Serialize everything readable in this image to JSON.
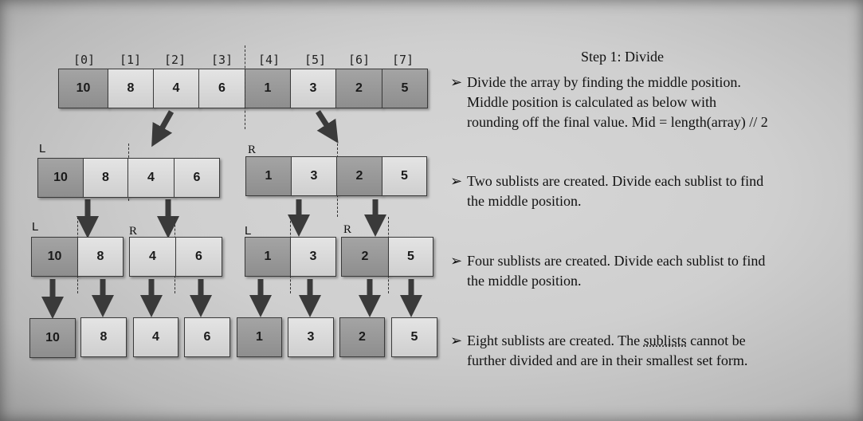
{
  "indices": [
    "[0]",
    "[1]",
    "[2]",
    "[3]",
    "[4]",
    "[5]",
    "[6]",
    "[7]"
  ],
  "array": [
    "10",
    "8",
    "4",
    "6",
    "1",
    "3",
    "2",
    "5"
  ],
  "level1": {
    "left_tag": "L",
    "right_tag": "R",
    "left": [
      "10",
      "8",
      "4",
      "6"
    ],
    "right": [
      "1",
      "3",
      "2",
      "5"
    ]
  },
  "level2": {
    "tag_a": "L",
    "tag_b": "R",
    "tag_c": "L",
    "tag_d": "R",
    "a": [
      "10",
      "8"
    ],
    "b": [
      "4",
      "6"
    ],
    "c": [
      "1",
      "3"
    ],
    "d": [
      "2",
      "5"
    ]
  },
  "level3": [
    "10",
    "8",
    "4",
    "6",
    "1",
    "3",
    "2",
    "5"
  ],
  "step_title": "Step 1: Divide",
  "bullet_marker": "➢",
  "bullets": [
    [
      "Divide the array by finding the middle position.",
      "Middle position is calculated as below with",
      "rounding off the final value. Mid = length(array) // 2"
    ],
    [
      "Two sublists are created. Divide each sublist to find",
      "the middle position."
    ],
    [
      "Four sublists are created. Divide each sublist to find",
      "the middle position."
    ],
    [
      "Eight sublists are created. The ",
      "sublists",
      " cannot be",
      "further divided and are in their smallest set form."
    ]
  ]
}
